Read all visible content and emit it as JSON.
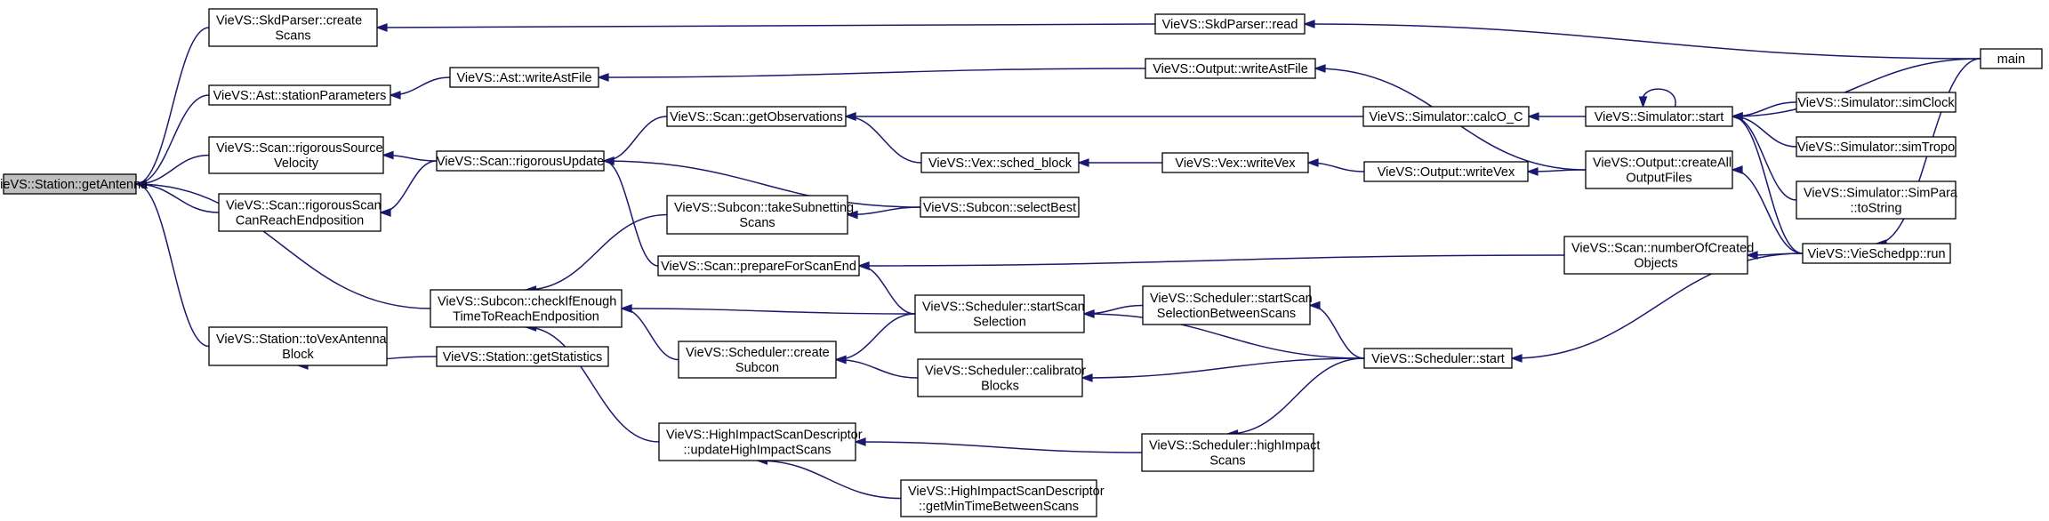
{
  "graph": {
    "root": "n0",
    "nodes": [
      {
        "id": "n0",
        "lines": [
          "VieVS::Station::getAntenna"
        ]
      },
      {
        "id": "n1",
        "lines": [
          "VieVS::SkdParser::create",
          "Scans"
        ]
      },
      {
        "id": "n2",
        "lines": [
          "VieVS::Ast::stationParameters"
        ]
      },
      {
        "id": "n3",
        "lines": [
          "VieVS::Scan::rigorousSource",
          "Velocity"
        ]
      },
      {
        "id": "n4",
        "lines": [
          "VieVS::Scan::rigorousScan",
          "CanReachEndposition"
        ]
      },
      {
        "id": "n5",
        "lines": [
          "VieVS::Subcon::checkIfEnough",
          "TimeToReachEndposition"
        ]
      },
      {
        "id": "n6",
        "lines": [
          "VieVS::Station::toVexAntenna",
          "Block"
        ]
      },
      {
        "id": "n7",
        "lines": [
          "VieVS::Ast::writeAstFile"
        ]
      },
      {
        "id": "n8",
        "lines": [
          "VieVS::Scan::rigorousUpdate"
        ]
      },
      {
        "id": "n9",
        "lines": [
          "VieVS::Scan::getObservations"
        ]
      },
      {
        "id": "n10",
        "lines": [
          "VieVS::Subcon::takeSubnetting",
          "Scans"
        ]
      },
      {
        "id": "n11",
        "lines": [
          "VieVS::Scan::prepareForScanEnd"
        ]
      },
      {
        "id": "n12",
        "lines": [
          "VieVS::Scheduler::create",
          "Subcon"
        ]
      },
      {
        "id": "n13",
        "lines": [
          "VieVS::HighImpactScanDescriptor",
          "::updateHighImpactScans"
        ]
      },
      {
        "id": "n14",
        "lines": [
          "VieVS::Station::getStatistics"
        ]
      },
      {
        "id": "n15",
        "lines": [
          "VieVS::Vex::sched_block"
        ]
      },
      {
        "id": "n16",
        "lines": [
          "VieVS::Subcon::selectBest"
        ]
      },
      {
        "id": "n17",
        "lines": [
          "VieVS::Scheduler::startScan",
          "Selection"
        ]
      },
      {
        "id": "n18",
        "lines": [
          "VieVS::Scheduler::calibrator",
          "Blocks"
        ]
      },
      {
        "id": "n19",
        "lines": [
          "VieVS::HighImpactScanDescriptor",
          "::getMinTimeBetweenScans"
        ]
      },
      {
        "id": "n20",
        "lines": [
          "VieVS::SkdParser::read"
        ]
      },
      {
        "id": "n21",
        "lines": [
          "VieVS::Output::writeAstFile"
        ]
      },
      {
        "id": "n22",
        "lines": [
          "VieVS::Vex::writeVex"
        ]
      },
      {
        "id": "n23",
        "lines": [
          "VieVS::Scheduler::startScan",
          "SelectionBetweenScans"
        ]
      },
      {
        "id": "n24",
        "lines": [
          "VieVS::Scheduler::highImpact",
          "Scans"
        ]
      },
      {
        "id": "n25",
        "lines": [
          "VieVS::Simulator::calcO_C"
        ]
      },
      {
        "id": "n26",
        "lines": [
          "VieVS::Output::writeVex"
        ]
      },
      {
        "id": "n27",
        "lines": [
          "VieVS::Scheduler::start"
        ]
      },
      {
        "id": "n28",
        "lines": [
          "VieVS::Simulator::start"
        ]
      },
      {
        "id": "n29",
        "lines": [
          "VieVS::Output::createAll",
          "OutputFiles"
        ]
      },
      {
        "id": "n30",
        "lines": [
          "VieVS::Scan::numberOfCreated",
          "Objects"
        ]
      },
      {
        "id": "n31",
        "lines": [
          "VieVS::Simulator::simClock"
        ]
      },
      {
        "id": "n32",
        "lines": [
          "VieVS::Simulator::simTropo"
        ]
      },
      {
        "id": "n33",
        "lines": [
          "VieVS::Simulator::SimPara",
          "::toString"
        ]
      },
      {
        "id": "n34",
        "lines": [
          "VieVS::VieSchedpp::run"
        ]
      },
      {
        "id": "n35",
        "lines": [
          "main"
        ]
      }
    ],
    "edges": [
      [
        "n1",
        "n0"
      ],
      [
        "n2",
        "n0"
      ],
      [
        "n3",
        "n0"
      ],
      [
        "n4",
        "n0"
      ],
      [
        "n5",
        "n0"
      ],
      [
        "n6",
        "n0"
      ],
      [
        "n20",
        "n1"
      ],
      [
        "n7",
        "n2"
      ],
      [
        "n8",
        "n3"
      ],
      [
        "n8",
        "n4"
      ],
      [
        "n10",
        "n5"
      ],
      [
        "n12",
        "n5"
      ],
      [
        "n13",
        "n5"
      ],
      [
        "n17",
        "n5"
      ],
      [
        "n14",
        "n6"
      ],
      [
        "n21",
        "n7"
      ],
      [
        "n9",
        "n8"
      ],
      [
        "n11",
        "n8"
      ],
      [
        "n16",
        "n8"
      ],
      [
        "n15",
        "n9"
      ],
      [
        "n25",
        "n9"
      ],
      [
        "n16",
        "n10"
      ],
      [
        "n17",
        "n11"
      ],
      [
        "n30",
        "n11"
      ],
      [
        "n17",
        "n12"
      ],
      [
        "n18",
        "n12"
      ],
      [
        "n19",
        "n13"
      ],
      [
        "n24",
        "n13"
      ],
      [
        "n22",
        "n15"
      ],
      [
        "n23",
        "n17"
      ],
      [
        "n27",
        "n17"
      ],
      [
        "n27",
        "n18"
      ],
      [
        "n27",
        "n23"
      ],
      [
        "n27",
        "n24"
      ],
      [
        "n35",
        "n20"
      ],
      [
        "n29",
        "n21"
      ],
      [
        "n26",
        "n22"
      ],
      [
        "n28",
        "n25"
      ],
      [
        "n29",
        "n26"
      ],
      [
        "n34",
        "n27"
      ],
      [
        "n28",
        "n28"
      ],
      [
        "n35",
        "n28"
      ],
      [
        "n31",
        "n28"
      ],
      [
        "n32",
        "n28"
      ],
      [
        "n33",
        "n28"
      ],
      [
        "n34",
        "n28"
      ],
      [
        "n34",
        "n29"
      ],
      [
        "n34",
        "n30"
      ],
      [
        "n35",
        "n34"
      ]
    ]
  }
}
